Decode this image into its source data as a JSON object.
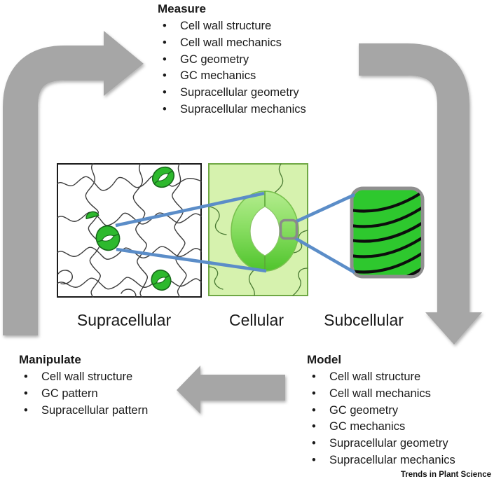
{
  "figure": {
    "description": "Cycle diagram: measure, model, manipulate stomatal mechanics across supracellular, cellular and subcellular scales"
  },
  "measure": {
    "title": "Measure",
    "items": [
      "Cell wall structure",
      "Cell wall mechanics",
      "GC geometry",
      "GC mechanics",
      "Supracellular geometry",
      "Supracellular mechanics"
    ]
  },
  "model": {
    "title": "Model",
    "items": [
      "Cell wall structure",
      "Cell wall mechanics",
      "GC geometry",
      "GC mechanics",
      "Supracellular geometry",
      "Supracellular mechanics"
    ]
  },
  "manipulate": {
    "title": "Manipulate",
    "items": [
      "Cell wall structure",
      "GC pattern",
      "Supracellular pattern"
    ]
  },
  "panels": {
    "supracellular": {
      "label": "Supracellular"
    },
    "cellular": {
      "label": "Cellular"
    },
    "subcellular": {
      "label": "Subcellular"
    }
  },
  "footer": {
    "journal": "Trends in Plant Science"
  },
  "colors": {
    "arrow_gray": "#a6a6a6",
    "connector_blue": "#5b8dc8",
    "stoma_green": "#2db92d",
    "stoma_outline": "#17691a",
    "cellular_bg": "#d6f2ae",
    "cellular_border": "#6fa845",
    "guard_cell_light": "#b4ec8e",
    "guard_cell_dark": "#4fc42c",
    "microfibril_panel": "#2ec82e",
    "microfibril_stripe": "#0d0d0d",
    "subcellular_border": "#8f8f8f",
    "text": "#1a1a1a"
  }
}
